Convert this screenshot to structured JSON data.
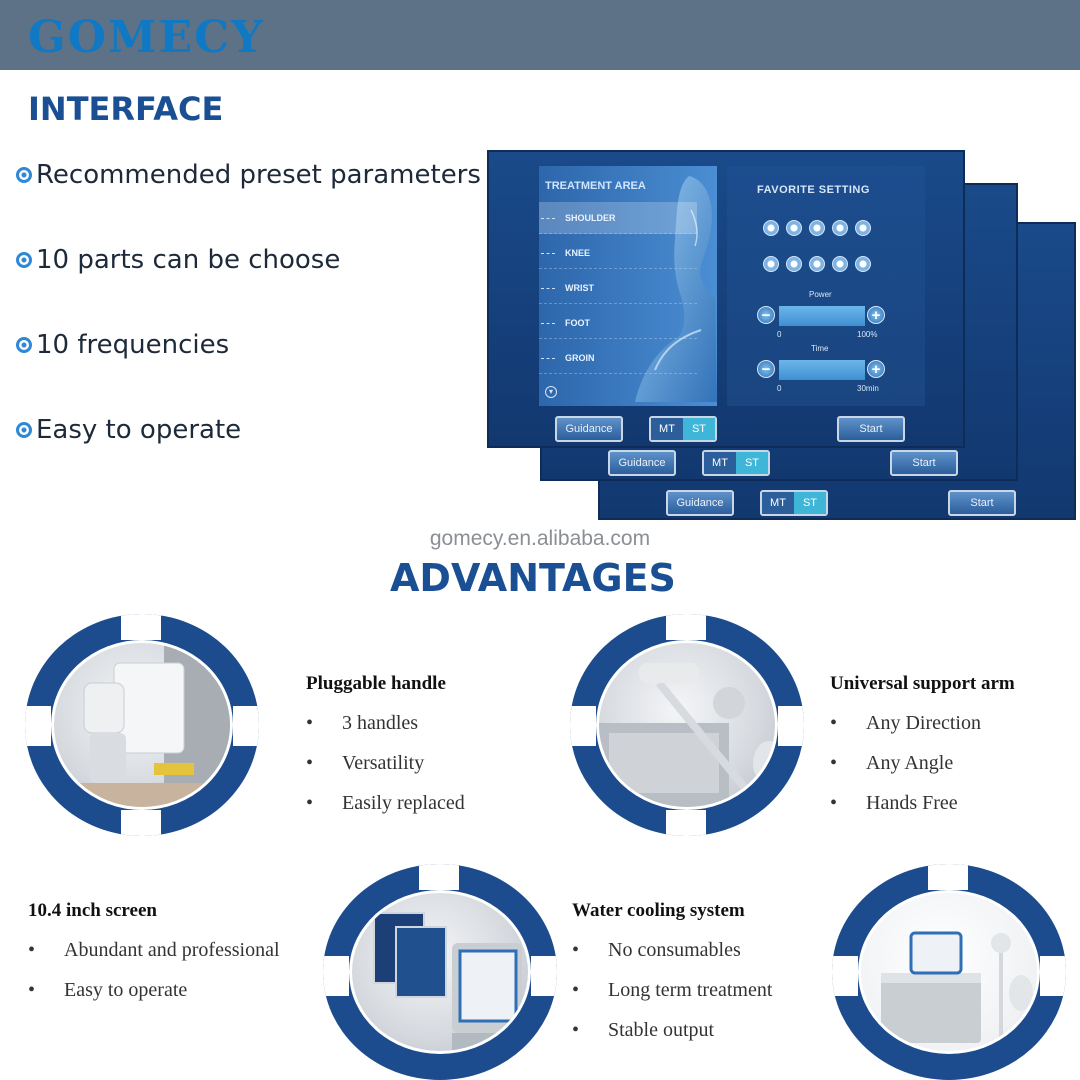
{
  "brand": {
    "logo": "GOMECY"
  },
  "interface": {
    "title": "INTERFACE",
    "features": [
      "Recommended preset parameters",
      "10 parts can be choose",
      "10 frequencies",
      "Easy to operate"
    ]
  },
  "device_screen": {
    "treatment_area_title": "TREATMENT AREA",
    "treatment_areas": [
      "SHOULDER",
      "KNEE",
      "WRIST",
      "FOOT",
      "GROIN"
    ],
    "selected_area": "SHOULDER",
    "favorite_setting_title": "FAVORITE SETTING",
    "power_label": "Power",
    "power_min": "0",
    "power_max": "100%",
    "time_label": "Time",
    "time_min": "0",
    "time_max": "30min",
    "guidance_label": "Guidance",
    "mode_mt": "MT",
    "mode_st": "ST",
    "start_label": "Start"
  },
  "watermark": "gomecy.en.alibaba.com",
  "advantages": {
    "title": "ADVANTAGES",
    "items": [
      {
        "title": "Pluggable handle",
        "bullets": [
          "3 handles",
          "Versatility",
          "Easily replaced"
        ]
      },
      {
        "title": "Universal support arm",
        "bullets": [
          "Any Direction",
          "Any Angle",
          "Hands Free"
        ]
      },
      {
        "title": "10.4 inch screen",
        "bullets": [
          "Abundant and professional",
          "Easy to operate"
        ]
      },
      {
        "title": "Water cooling system",
        "bullets": [
          "No consumables",
          "Long term treatment",
          "Stable output"
        ]
      }
    ]
  },
  "colors": {
    "header_bar": "#5d7286",
    "logo": "#1179c4",
    "section_title": "#1b4f93",
    "screen_blue": "#1a4a8a",
    "ring_blue": "#1c4c8d"
  }
}
